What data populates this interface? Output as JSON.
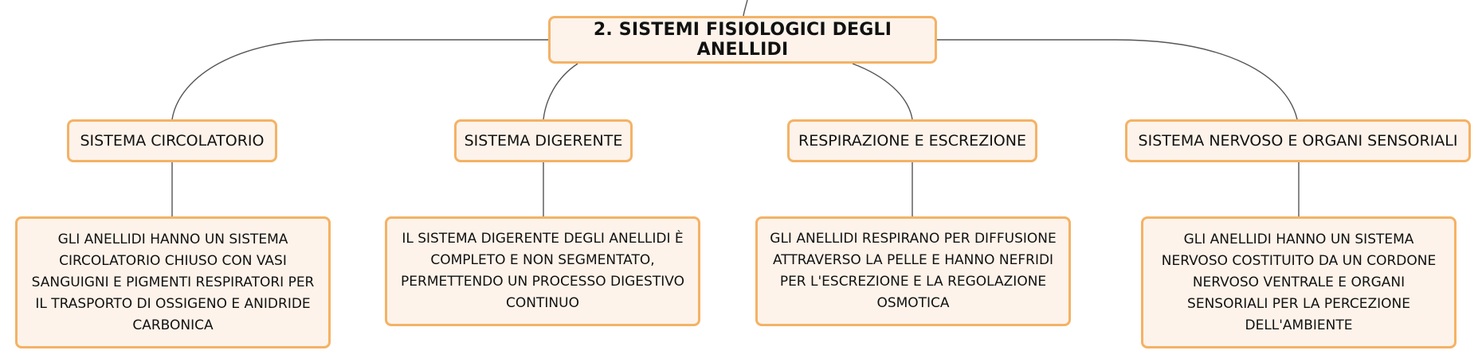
{
  "diagram": {
    "root": {
      "label": "2. SISTEMI FISIOLOGICI DEGLI ANELLIDI"
    },
    "branches": [
      {
        "label": "SISTEMA CIRCOLATORIO",
        "description": "GLI ANELLIDI HANNO UN SISTEMA CIRCOLATORIO CHIUSO CON VASI SANGUIGNI E PIGMENTI RESPIRATORI PER IL TRASPORTO DI OSSIGENO E ANIDRIDE CARBONICA"
      },
      {
        "label": "SISTEMA DIGERENTE",
        "description": "IL SISTEMA DIGERENTE DEGLI ANELLIDI È COMPLETO E NON SEGMENTATO, PERMETTENDO UN PROCESSO DIGESTIVO CONTINUO"
      },
      {
        "label": "RESPIRAZIONE E ESCREZIONE",
        "description": "GLI ANELLIDI RESPIRANO PER DIFFUSIONE ATTRAVERSO LA PELLE E HANNO NEFRIDI PER L'ESCREZIONE E LA REGOLAZIONE OSMOTICA"
      },
      {
        "label": "SISTEMA NERVOSO E ORGANI SENSORIALI",
        "description": "GLI ANELLIDI HANNO UN SISTEMA NERVOSO COSTITUITO DA UN CORDONE NERVOSO VENTRALE E ORGANI SENSORIALI PER LA PERCEZIONE DELL'AMBIENTE"
      }
    ],
    "colors": {
      "node_fill": "#fdf3ea",
      "node_border": "#f4b265",
      "connector": "#555555"
    }
  }
}
